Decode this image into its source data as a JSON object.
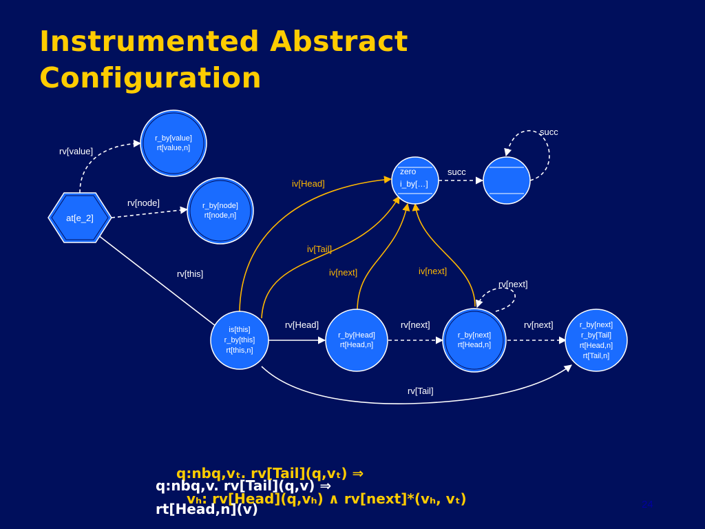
{
  "slide": {
    "title_line1": "Instrumented Abstract",
    "title_line2": "Configuration",
    "page_number": "24"
  },
  "colors": {
    "background": "#000f5c",
    "title": "#ffcc00",
    "node_fill": "#1a6cff",
    "edge_white": "#ffffff",
    "edge_yellow": "#ffb800"
  },
  "diagram": {
    "nodes": {
      "value": [
        "r_by[value]",
        "rt[value,n]"
      ],
      "node": [
        "r_by[node]",
        "rt[node,n]"
      ],
      "at": [
        "at[e_2]"
      ],
      "zero": [
        "zero",
        "i_by[…]"
      ],
      "right_top": [],
      "this": [
        "is[this]",
        "r_by[this]",
        "rt[this,n]"
      ],
      "head": [
        "r_by[Head]",
        "rt[Head,n]"
      ],
      "next": [
        "r_by[next]",
        "rt[Head,n]"
      ],
      "tail": [
        "r_by[next]",
        "r_by[Tail]",
        "rt[Head,n]",
        "rt[Tail,n]"
      ]
    },
    "edge_labels": {
      "rv_value": "rv[value]",
      "rv_node": "rv[node]",
      "rv_this": "rv[this]",
      "iv_head": "iv[Head]",
      "iv_tail": "iv[Tail]",
      "iv_next1": "iv[next]",
      "iv_next2": "iv[next]",
      "succ1": "succ",
      "succ2": "succ",
      "rv_next_loop": "rv[next]",
      "rv_head": "rv[Head]",
      "rv_next1": "rv[next]",
      "rv_next2": "rv[next]",
      "rv_tail": "rv[Tail]"
    }
  },
  "formulas": {
    "line1": "q:nbq,vₜ. rv[Tail](q,vₜ) ⇒",
    "line2_white": "q:nbq,v. rv[Tail](q,v) ⇒",
    "line3": "vₕ: rv[Head](q,vₕ) ∧ rv[next]*(vₕ, vₜ)",
    "line4_white": "rt[Head,n](v)"
  }
}
